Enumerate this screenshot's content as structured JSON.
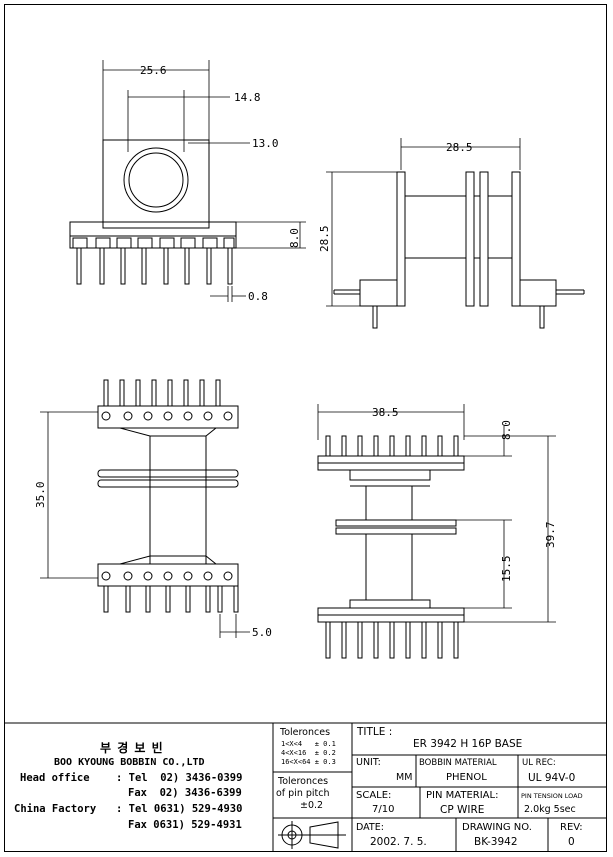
{
  "dimensions": {
    "top_width": "25.6",
    "core_width": "14.8",
    "core_dia": "13.0",
    "pin_height": "8.0",
    "pin_width": "0.8",
    "side_width": "28.5",
    "side_height": "28.5",
    "bottom_height": "35.0",
    "pin_pitch": "5.0",
    "front_width": "38.5",
    "front_top": "8.0",
    "front_mid": "15.5",
    "front_total": "39.7"
  },
  "company": {
    "korean_name": "부 경 보 빈",
    "english_name": "BOO KYOUNG BOBBIN CO.,LTD",
    "head_office_label": "Head office",
    "head_office_tel": ": Tel  02) 3436-0399",
    "head_office_fax": "Fax  02) 3436-6399",
    "china_label": "China Factory",
    "china_tel": ": Tel 0631) 529-4930",
    "china_fax": "Fax 0631) 529-4931"
  },
  "tolerances": {
    "title": "Toleronces",
    "rows": [
      "1<X<4   ± 0.1",
      "4<X<16  ± 0.2",
      "16<X<64 ± 0.3"
    ],
    "pitch_title_1": "Toleronces",
    "pitch_title_2": "of pin pitch",
    "pitch_value": "±0.2"
  },
  "title_block": {
    "title_label": "TITLE :",
    "title_value": "ER 3942 H 16P BASE",
    "unit_label": "UNIT:",
    "unit_value": "MM",
    "bobbin_label": "BOBBIN MATERIAL",
    "bobbin_value": "PHENOL",
    "ul_label": "UL REC:",
    "ul_value": "UL 94V-0",
    "scale_label": "SCALE:",
    "scale_value": "7/10",
    "pin_label": "PIN MATERIAL:",
    "pin_value": "CP WIRE",
    "tension_label": "PIN TENSION LOAD",
    "tension_value": "2.0kg 5sec",
    "date_label": "DATE:",
    "date_value": "2002. 7. 5.",
    "drawing_label": "DRAWING NO.",
    "drawing_value": "BK-3942",
    "rev_label": "REV:",
    "rev_value": "0"
  }
}
